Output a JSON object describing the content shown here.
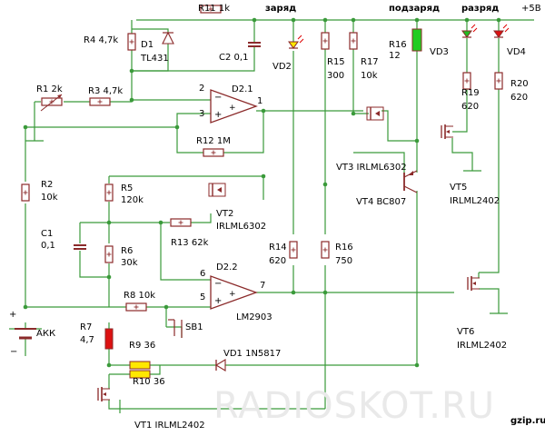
{
  "labels": {
    "r11": "R11 1k",
    "charge": "заряд",
    "trickle": "подзаряд",
    "discharge": "разряд",
    "plus5v": "+5В",
    "r4": "R4 4,7k",
    "d1a": "D1",
    "d1b": "TL431",
    "c2": "C2 0,1",
    "vd2": "VD2",
    "r15a": "R15",
    "r15b": "300",
    "r17a": "R17",
    "r17b": "10k",
    "r16ta": "R16",
    "r16tb": "12",
    "vd3": "VD3",
    "vd4": "VD4",
    "r1": "R1 2k",
    "r3": "R3 4,7k",
    "pin2": "2",
    "pin3": "3",
    "pin1": "1",
    "d21": "D2.1",
    "r19a": "R19",
    "r19b": "620",
    "r20a": "R20",
    "r20b": "620",
    "r12": "R12 1M",
    "vt3": "VT3 IRLML6302",
    "r2a": "R2",
    "r2b": "10k",
    "r5a": "R5",
    "r5b": "120k",
    "vt4": "VT4 BC807",
    "vt5a": "VT5",
    "vt5b": "IRLML2402",
    "vt2a": "VT2",
    "vt2b": "IRLML6302",
    "r13": "R13 62k",
    "c1a": "C1",
    "c1b": "0,1",
    "r6a": "R6",
    "r6b": "30k",
    "r14a": "R14",
    "r14b": "620",
    "r16a": "R16",
    "r16b": "750",
    "d22": "D2.2",
    "pin6": "6",
    "pin5": "5",
    "pin7": "7",
    "lm2903": "LM2903",
    "r8": "R8 10k",
    "sb1": "SB1",
    "akk": "АКК",
    "plus": "+",
    "minus": "−",
    "r7a": "R7",
    "r7b": "4,7",
    "r9": "R9 36",
    "vd1": "VD1 1N5817",
    "r10": "R10 36",
    "vt6a": "VT6",
    "vt6b": "IRLML2402",
    "vt1": "VT1 IRLML2402",
    "watermark": "RADIOSKOT.RU",
    "site": "gzip.ru"
  },
  "colors": {
    "wire": "#3a9a3a",
    "body": "#8b2a2a",
    "fill": "#ffffff",
    "led_yellow": "#ffe800",
    "led_green": "#22bb22",
    "led_red": "#dd1111",
    "r7_fill": "#dd1111",
    "r9_fill": "#ffe800",
    "r10_fill": "#ffe800",
    "r16_fill": "#22cc22"
  }
}
